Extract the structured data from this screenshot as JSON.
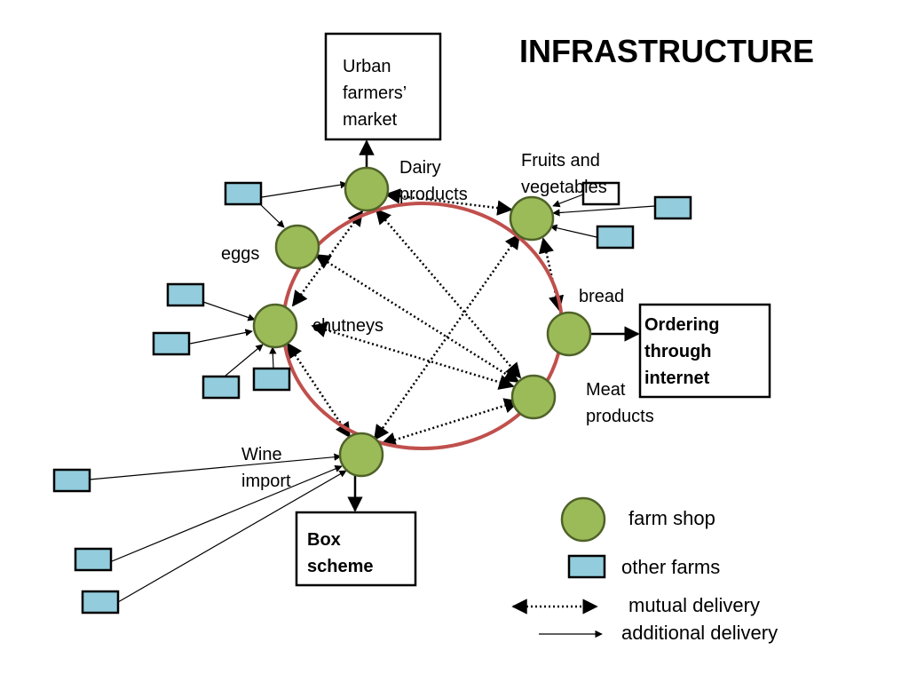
{
  "title": "INFRASTRUCTURE",
  "colors": {
    "farm_shop_fill": "#9bbb59",
    "farm_shop_stroke": "#4f6228",
    "other_farm_fill": "#93cddd",
    "ring": "#c0504d"
  },
  "outlets": {
    "urban_market": [
      "Urban",
      "farmers’",
      "market"
    ],
    "internet": [
      "Ordering",
      "through",
      "internet"
    ],
    "box_scheme": [
      "Box",
      "scheme"
    ]
  },
  "farm_shops": {
    "dairy": [
      "Dairy",
      "products"
    ],
    "fruits": [
      "Fruits and",
      "vegetables"
    ],
    "bread": "bread",
    "meat": [
      "Meat",
      "products"
    ],
    "wine": [
      "Wine",
      "import"
    ],
    "chutneys": "chutneys",
    "eggs": "eggs"
  },
  "legend": {
    "farm_shop": "farm shop",
    "other_farms": "other farms",
    "mutual_delivery": "mutual delivery",
    "additional_delivery": "additional delivery"
  }
}
